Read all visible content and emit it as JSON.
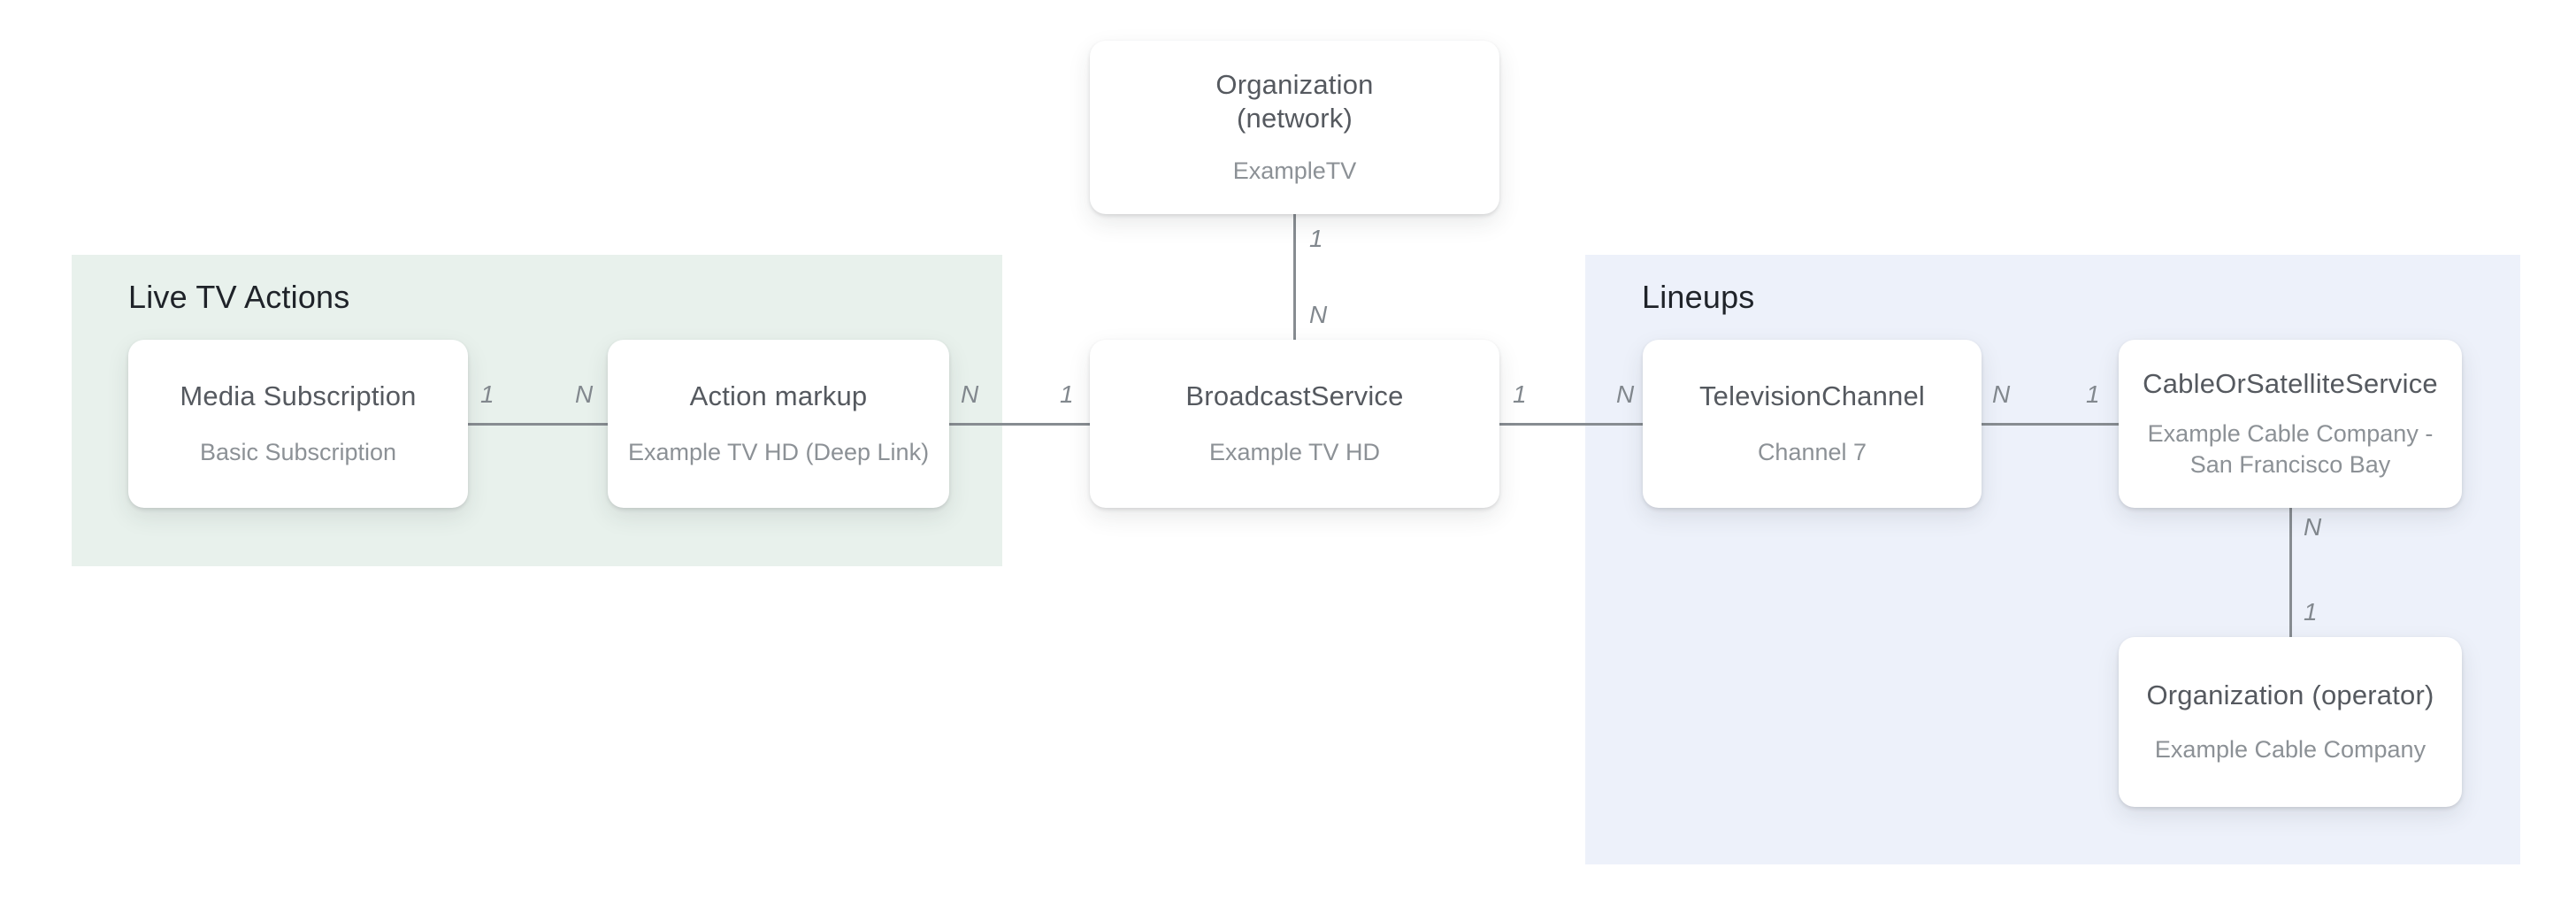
{
  "colors": {
    "background": "#ffffff",
    "live_tv_panel": "#e8f1ec",
    "lineups_panel": "#edf1fa",
    "connector": "#878c91",
    "edge_label": "#82888e",
    "node_title": "#55595f",
    "node_subtitle": "#8c9196",
    "group_title": "#1f2329"
  },
  "groups": {
    "live_tv_actions": {
      "title": "Live TV Actions"
    },
    "lineups": {
      "title": "Lineups"
    }
  },
  "nodes": {
    "org_network": {
      "title": "Organization (network)",
      "subtitle": "ExampleTV"
    },
    "media_subscription": {
      "title": "Media Subscription",
      "subtitle": "Basic Subscription"
    },
    "action_markup": {
      "title": "Action markup",
      "subtitle": "Example TV HD (Deep Link)"
    },
    "broadcast_service": {
      "title": "BroadcastService",
      "subtitle": "Example TV HD"
    },
    "television_channel": {
      "title": "TelevisionChannel",
      "subtitle": "Channel 7"
    },
    "cable_or_satellite_service": {
      "title": "CableOrSatelliteService",
      "subtitle": "Example Cable Company - San Francisco Bay"
    },
    "org_operator": {
      "title": "Organization (operator)",
      "subtitle": "Example Cable Company"
    }
  },
  "edges": {
    "network_to_broadcast": {
      "start": "1",
      "end": "N"
    },
    "media_to_action": {
      "start": "1",
      "end": "N"
    },
    "action_to_broadcast": {
      "start": "N",
      "end": "1"
    },
    "broadcast_to_channel": {
      "start": "1",
      "end": "N"
    },
    "channel_to_cable": {
      "start": "N",
      "end": "1"
    },
    "cable_to_operator": {
      "start": "N",
      "end": "1"
    }
  }
}
